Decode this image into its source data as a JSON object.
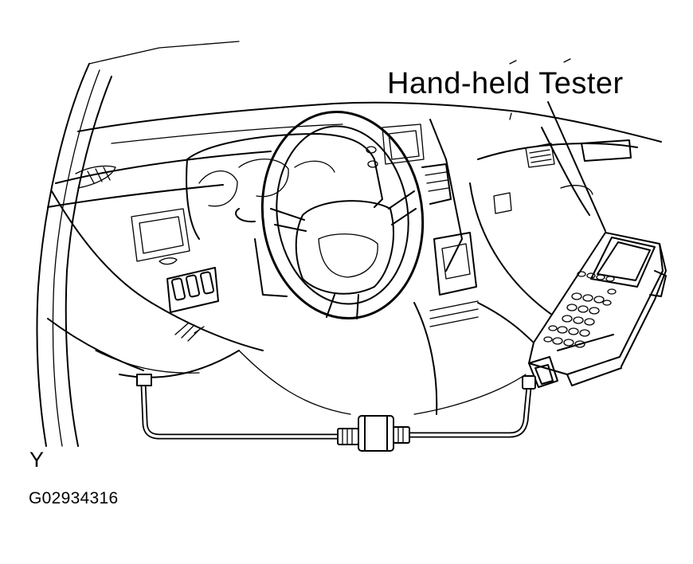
{
  "labels": {
    "callout": "Hand-held  Tester",
    "view_code": "Y",
    "figure_id": "G02934316"
  },
  "colors": {
    "line": "#000000",
    "background": "#ffffff"
  }
}
